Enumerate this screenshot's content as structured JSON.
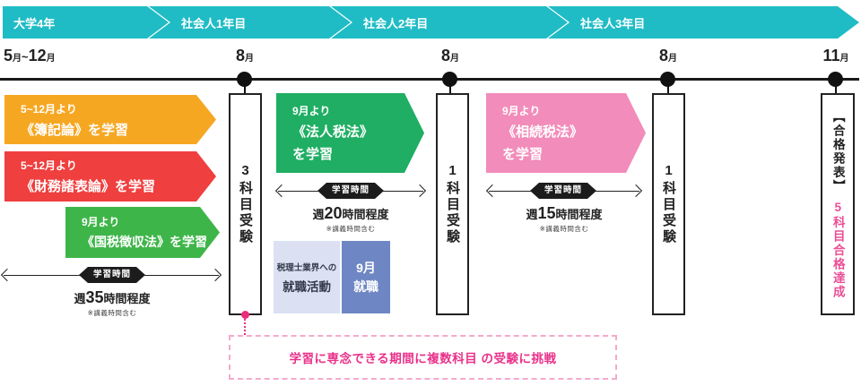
{
  "colors": {
    "teal": "#1fbcc5",
    "orange": "#f6a722",
    "red": "#ef3f3e",
    "green_kokuzei": "#3eb549",
    "green_houjin": "#1fae63",
    "pink_arrow": "#f28cba",
    "pink_accent": "#ec2d7c",
    "pink_text": "#ea4f96",
    "blue_hire": "#6e87c4",
    "lavender": "#dbe1f3",
    "black": "#222222"
  },
  "banners": {
    "items": [
      {
        "label": "大学4年"
      },
      {
        "label": "社会人1年目"
      },
      {
        "label": "社会人2年目"
      },
      {
        "label": "社会人3年目"
      }
    ]
  },
  "months": {
    "range": {
      "n1": "5",
      "u1": "月",
      "sep": "~",
      "n2": "12",
      "u2": "月"
    },
    "t1": {
      "n": "8",
      "u": "月"
    },
    "t2": {
      "n": "8",
      "u": "月"
    },
    "t3": {
      "n": "8",
      "u": "月"
    },
    "t4": {
      "n": "11",
      "u": "月"
    }
  },
  "study_arrows": {
    "boki": {
      "line1": "5~12月より",
      "line2": "《簿記論》を学習"
    },
    "zaimu": {
      "line1": "5~12月より",
      "line2": "《財務諸表論》を学習"
    },
    "kokuzei": {
      "line1": "9月より",
      "line2": "《国税徴収法》を学習"
    },
    "houjin": {
      "line1": "9月より",
      "line2": "《法人税法》",
      "line3": "を学習"
    },
    "souzoku": {
      "line1": "9月より",
      "line2": "《相続税法》",
      "line3": "を学習"
    }
  },
  "study_time": {
    "badge": "学習時間",
    "w35": {
      "pre": "週",
      "num": "35",
      "post": "時間程度",
      "note": "※講義時間含む"
    },
    "w20": {
      "pre": "週",
      "num": "20",
      "post": "時間程度",
      "note": "※講義時間含む"
    },
    "w15": {
      "pre": "週",
      "num": "15",
      "post": "時間程度",
      "note": "※講義時間含む"
    }
  },
  "exam_boxes": {
    "box1": {
      "num": "3",
      "rest": "科目受験"
    },
    "box2": {
      "num": "1",
      "rest": "科目受験"
    },
    "box3": {
      "num": "1",
      "rest": "科目受験"
    },
    "result": {
      "black": "【合格発表】",
      "num": "5",
      "rest": "科目合格達成"
    }
  },
  "job": {
    "company_line1": "税理士業界への",
    "company_line2": "就職活動",
    "hire_line1": "9月",
    "hire_line2": "就職"
  },
  "callout": {
    "text": "学習に専念できる期間に複数科目 の受験に挑戦"
  }
}
